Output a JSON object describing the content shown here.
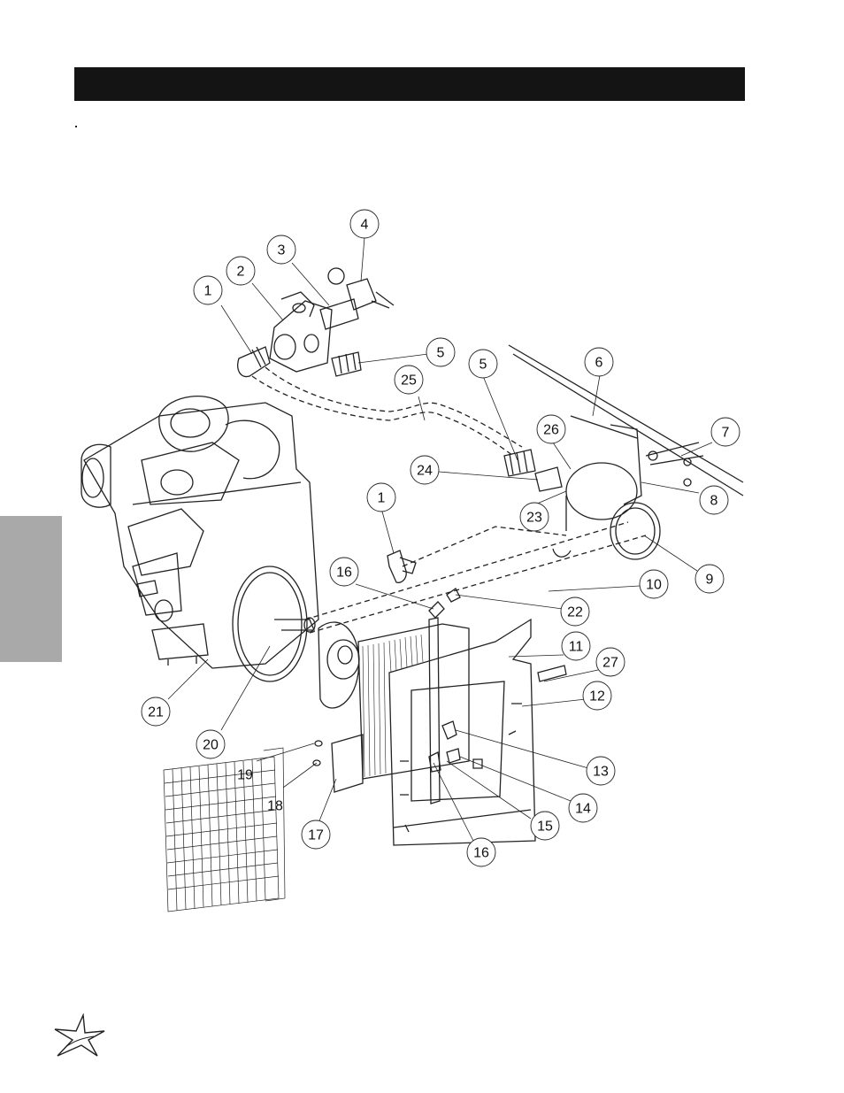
{
  "colors": {
    "header": "#141414",
    "side_tab": "#a9a9a9",
    "line": "#222222"
  },
  "icons": {
    "logo": "star-logo-icon"
  },
  "callouts": [
    {
      "id": "c1a",
      "label": "1"
    },
    {
      "id": "c2",
      "label": "2"
    },
    {
      "id": "c3",
      "label": "3"
    },
    {
      "id": "c4",
      "label": "4"
    },
    {
      "id": "c5a",
      "label": "5"
    },
    {
      "id": "c5b",
      "label": "5"
    },
    {
      "id": "c25",
      "label": "25"
    },
    {
      "id": "c6",
      "label": "6"
    },
    {
      "id": "c7",
      "label": "7"
    },
    {
      "id": "c26",
      "label": "26"
    },
    {
      "id": "c24",
      "label": "24"
    },
    {
      "id": "c1b",
      "label": "1"
    },
    {
      "id": "c8",
      "label": "8"
    },
    {
      "id": "c23",
      "label": "23"
    },
    {
      "id": "c9",
      "label": "9"
    },
    {
      "id": "c16a",
      "label": "16"
    },
    {
      "id": "c10",
      "label": "10"
    },
    {
      "id": "c22",
      "label": "22"
    },
    {
      "id": "c11",
      "label": "11"
    },
    {
      "id": "c27",
      "label": "27"
    },
    {
      "id": "c12",
      "label": "12"
    },
    {
      "id": "c21",
      "label": "21"
    },
    {
      "id": "c20",
      "label": "20"
    },
    {
      "id": "c19",
      "label": "19"
    },
    {
      "id": "c18",
      "label": "18"
    },
    {
      "id": "c13",
      "label": "13"
    },
    {
      "id": "c14",
      "label": "14"
    },
    {
      "id": "c15",
      "label": "15"
    },
    {
      "id": "c17",
      "label": "17"
    },
    {
      "id": "c16b",
      "label": "16"
    }
  ]
}
